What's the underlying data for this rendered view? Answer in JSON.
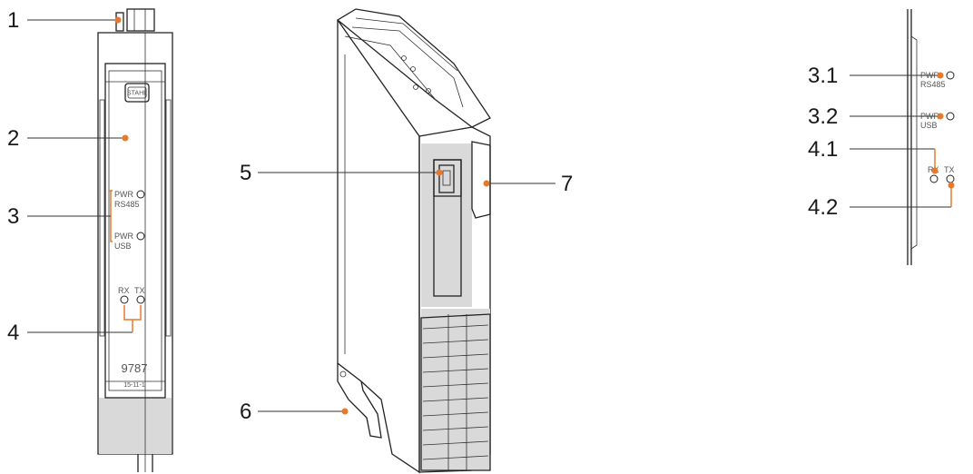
{
  "figure": {
    "callouts": {
      "c1": "1",
      "c2": "2",
      "c3": "3",
      "c4": "4",
      "c5": "5",
      "c6": "6",
      "c7": "7",
      "c31": "3.1",
      "c32": "3.2",
      "c41": "4.1",
      "c42": "4.2"
    },
    "front_labels": {
      "pwr": "PWR",
      "rs485": "RS485",
      "usb": "USB",
      "rx": "RX",
      "tx": "TX",
      "brand": "STAHL",
      "model": "9787",
      "model_sub": "15-11-1"
    },
    "accent_color": "#e8792c"
  }
}
